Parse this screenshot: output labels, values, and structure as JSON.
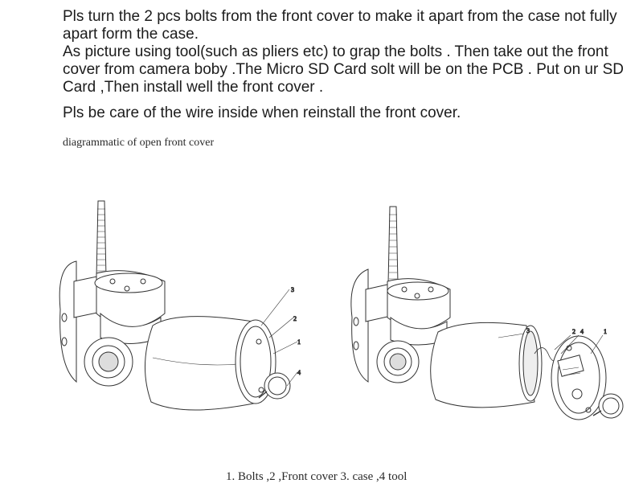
{
  "instructions": {
    "para1": "Pls turn the 2 pcs bolts from the front cover to make it apart from the case not fully apart form the case.",
    "para2": "As picture using tool(such as pliers etc) to grap the bolts . Then take out the front cover from camera boby .The Micro SD Card solt will be on the PCB . Put on ur SD Card ,Then install well the front cover .",
    "para3": "Pls be care of the wire inside when reinstall the front cover."
  },
  "caption_top": "diagrammatic of open front cover",
  "figure_left": {
    "labels": [
      "3",
      "2",
      "1",
      "4"
    ]
  },
  "figure_right": {
    "labels": [
      "3",
      "2",
      "4",
      "1"
    ]
  },
  "legend": "1. Bolts ,2 ,Front cover 3. case ,4 tool"
}
